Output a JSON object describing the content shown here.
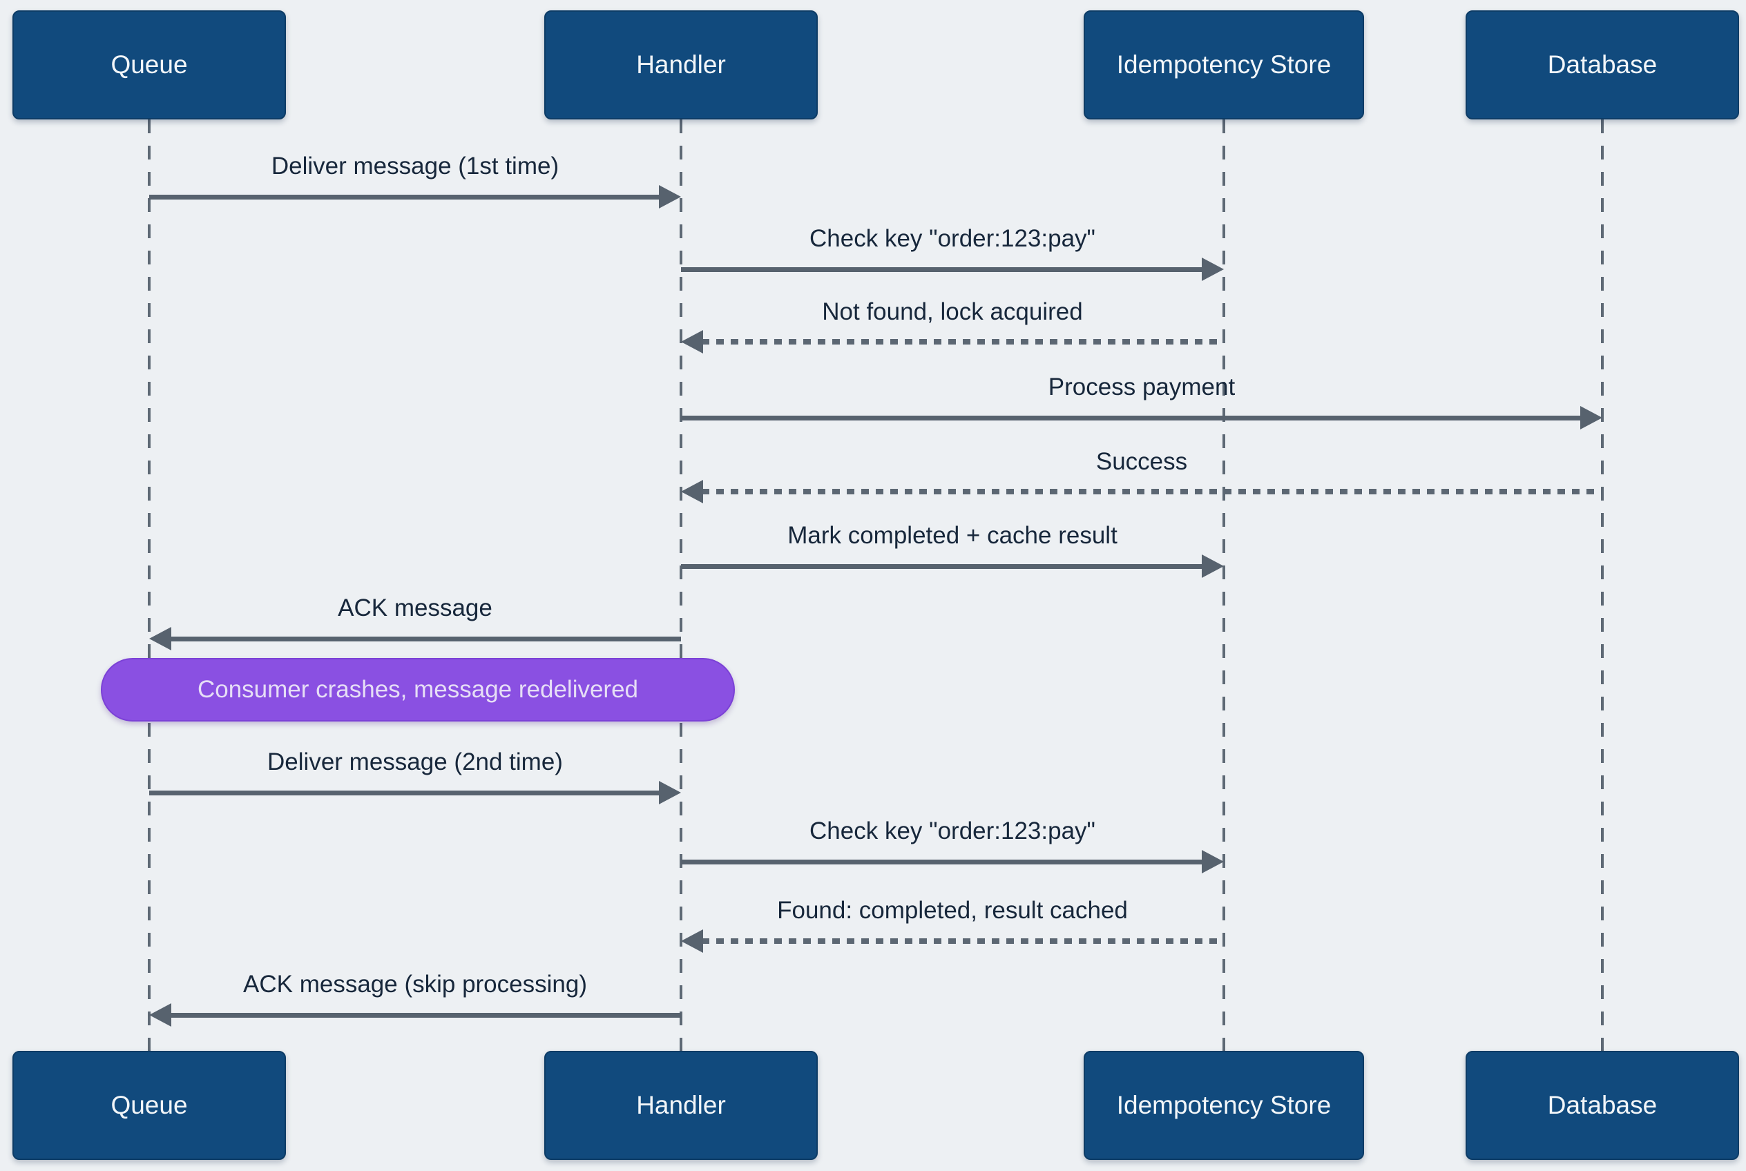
{
  "diagram_type": "sequence-diagram",
  "colors": {
    "background": "#edf0f3",
    "actor_fill": "#114a7d",
    "actor_text": "#f2f6f9",
    "arrow": "#57626e",
    "message_text": "#17273b",
    "note_fill": "#8a50e2",
    "note_text": "#e6def6"
  },
  "actors": [
    {
      "id": "queue",
      "label": "Queue"
    },
    {
      "id": "handler",
      "label": "Handler"
    },
    {
      "id": "idempotency-store",
      "label": "Idempotency Store"
    },
    {
      "id": "database",
      "label": "Database"
    }
  ],
  "messages": [
    {
      "text": "Deliver message (1st time)",
      "from": "Queue",
      "to": "Handler",
      "line": "solid"
    },
    {
      "text": "Check key \"order:123:pay\"",
      "from": "Handler",
      "to": "Idempotency Store",
      "line": "solid"
    },
    {
      "text": "Not found, lock acquired",
      "from": "Idempotency Store",
      "to": "Handler",
      "line": "dotted"
    },
    {
      "text": "Process payment",
      "from": "Handler",
      "to": "Database",
      "line": "solid"
    },
    {
      "text": "Success",
      "from": "Database",
      "to": "Handler",
      "line": "dotted"
    },
    {
      "text": "Mark completed + cache result",
      "from": "Handler",
      "to": "Idempotency Store",
      "line": "solid"
    },
    {
      "text": "ACK message",
      "from": "Handler",
      "to": "Queue",
      "line": "solid"
    },
    {
      "text": "Deliver message (2nd time)",
      "from": "Queue",
      "to": "Handler",
      "line": "solid"
    },
    {
      "text": "Check key \"order:123:pay\"",
      "from": "Handler",
      "to": "Idempotency Store",
      "line": "solid"
    },
    {
      "text": "Found: completed, result cached",
      "from": "Idempotency Store",
      "to": "Handler",
      "line": "dotted"
    },
    {
      "text": "ACK message (skip processing)",
      "from": "Handler",
      "to": "Queue",
      "line": "solid"
    }
  ],
  "note": {
    "text": "Consumer crashes, message redelivered"
  }
}
